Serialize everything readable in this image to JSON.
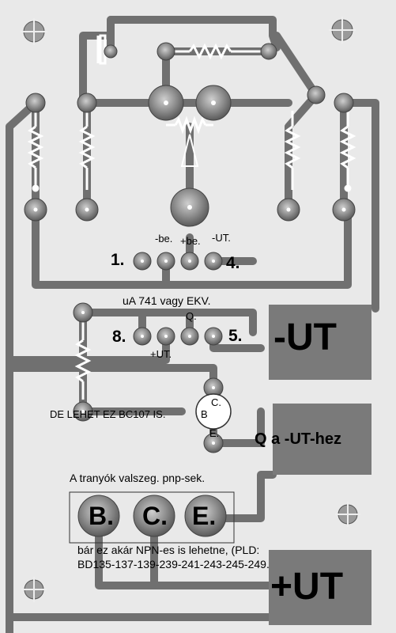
{
  "labels": {
    "input_minus": "-be.",
    "input_plus": "+be.",
    "supply_minus_top": "-UT.",
    "pin_1": "1.",
    "pin_4": "4.",
    "ic_name": "uA 741 vagy EKV.",
    "q_out": "Q.",
    "pin_8": "8.",
    "pin_5": "5.",
    "supply_plus_small": "+UT.",
    "big_minus_ut": "-UT",
    "alt_transistor": "DE LEHET EZ BC107 IS.",
    "tr_c": "C.",
    "tr_b": "B",
    "tr_e": "E.",
    "q_to_minus_ut": "Q a -UT-hez",
    "transistor_note": "A tranyók valszeg. pnp-sek.",
    "pad_b": "B.",
    "pad_c": "C.",
    "pad_e": "E.",
    "npn_note": "bár ez akár NPN-es is lehetne, (PLD:",
    "bd_list": "BD135-137-139-239-241-243-245-249.",
    "big_plus_ut": "+UT"
  },
  "colors": {
    "board": "#e9e9e9",
    "copper": "#767676",
    "copper_dark": "#4a4a4a",
    "pad_inner": "#d0d0d0",
    "drill": "#ffffff"
  }
}
